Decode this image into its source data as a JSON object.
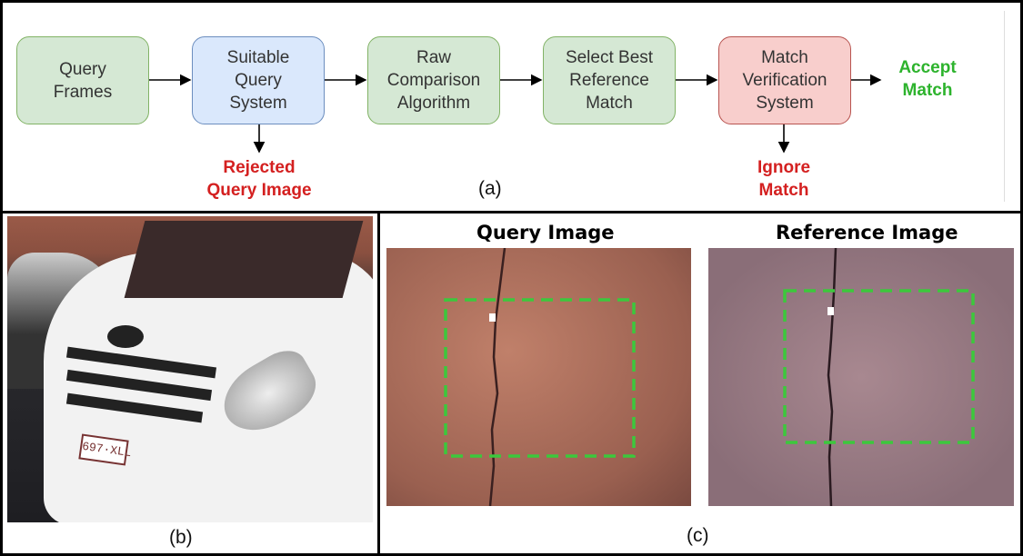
{
  "panel_a": {
    "caption": "(a)",
    "nodes": [
      {
        "label": "Query\nFrames",
        "color": "green"
      },
      {
        "label": "Suitable\nQuery\nSystem",
        "color": "blue"
      },
      {
        "label": "Raw\nComparison\nAlgorithm",
        "color": "green"
      },
      {
        "label": "Select Best\nReference\nMatch",
        "color": "green"
      },
      {
        "label": "Match\nVerification\nSystem",
        "color": "red"
      }
    ],
    "accept": "Accept\nMatch",
    "rejected": "Rejected\nQuery Image",
    "ignore": "Ignore\nMatch",
    "colors": {
      "accept": "#2db32d",
      "reject": "#d42020"
    }
  },
  "panel_b": {
    "caption": "(b)",
    "plate": "697·XLL"
  },
  "panel_c": {
    "caption": "(c)",
    "query_title": "Query Image",
    "reference_title": "Reference Image",
    "box_color": "#3cc83c"
  }
}
